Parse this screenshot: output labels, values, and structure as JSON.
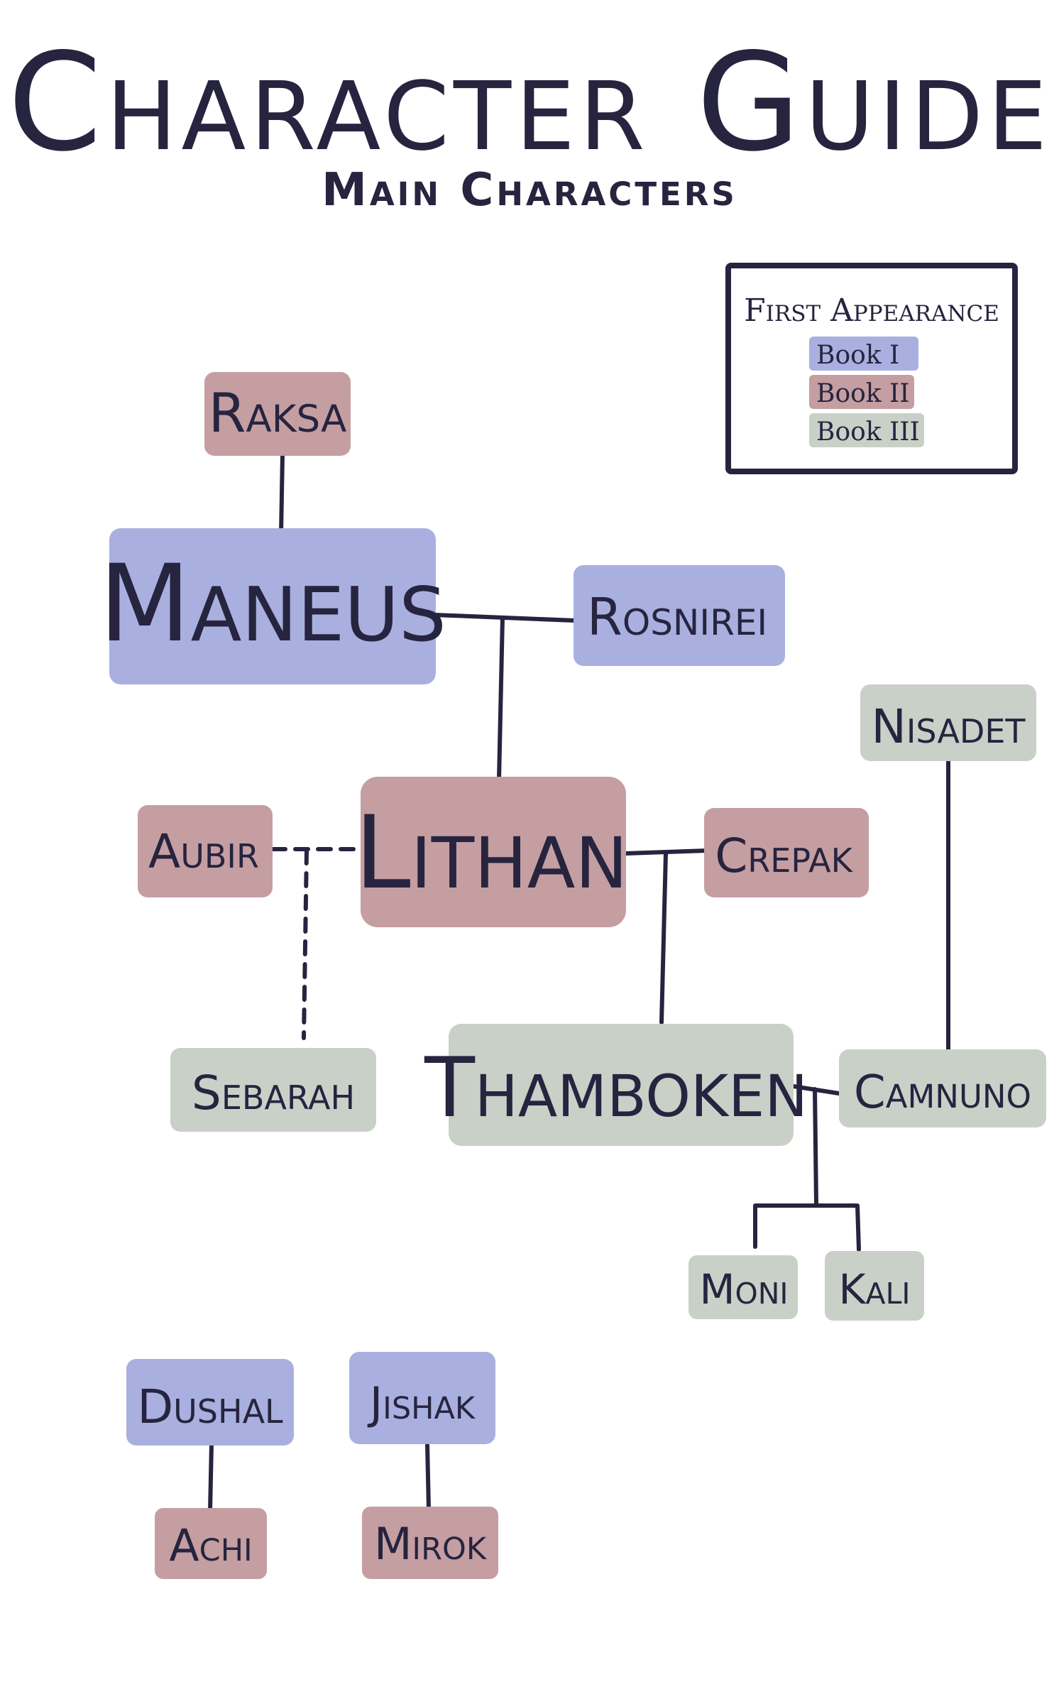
{
  "title": "Character Guide",
  "subtitle": "Main Characters",
  "legend": {
    "heading": "First Appearance",
    "items": [
      {
        "id": "book1",
        "label": "Book I",
        "color": "#a9b0e0"
      },
      {
        "id": "book2",
        "label": "Book II",
        "color": "#c59ea2"
      },
      {
        "id": "book3",
        "label": "Book III",
        "color": "#c9d0c7"
      }
    ]
  },
  "colors": {
    "book1": "#a9b0e0",
    "book2": "#c59ea2",
    "book3": "#c9d0c7",
    "ink": "#26243f"
  },
  "characters": [
    {
      "id": "raksa",
      "name": "Raksa",
      "book": "book2"
    },
    {
      "id": "maneus",
      "name": "Maneus",
      "book": "book1"
    },
    {
      "id": "rosnirei",
      "name": "Rosnirei",
      "book": "book1"
    },
    {
      "id": "nisadet",
      "name": "Nisadet",
      "book": "book3"
    },
    {
      "id": "aubir",
      "name": "Aubir",
      "book": "book2"
    },
    {
      "id": "lithan",
      "name": "Lithan",
      "book": "book2"
    },
    {
      "id": "crepak",
      "name": "Crepak",
      "book": "book2"
    },
    {
      "id": "sebarah",
      "name": "Sebarah",
      "book": "book3"
    },
    {
      "id": "thamboken",
      "name": "Thamboken",
      "book": "book3"
    },
    {
      "id": "camnuno",
      "name": "Camnuno",
      "book": "book3"
    },
    {
      "id": "moni",
      "name": "Moni",
      "book": "book3"
    },
    {
      "id": "kali",
      "name": "Kali",
      "book": "book3"
    },
    {
      "id": "dushal",
      "name": "Dushal",
      "book": "book1"
    },
    {
      "id": "jishak",
      "name": "Jishak",
      "book": "book1"
    },
    {
      "id": "achi",
      "name": "Achi",
      "book": "book2"
    },
    {
      "id": "mirok",
      "name": "Mirok",
      "book": "book2"
    }
  ],
  "relationships": [
    {
      "from": "raksa",
      "to": "maneus",
      "style": "solid"
    },
    {
      "from": "maneus",
      "to": "rosnirei",
      "style": "solid"
    },
    {
      "from": "maneus+rosnirei",
      "to": "lithan",
      "style": "solid"
    },
    {
      "from": "aubir",
      "to": "lithan",
      "style": "dashed"
    },
    {
      "from": "aubir+lithan",
      "to": "sebarah",
      "style": "dashed"
    },
    {
      "from": "lithan",
      "to": "crepak",
      "style": "solid"
    },
    {
      "from": "lithan+crepak",
      "to": "thamboken",
      "style": "solid"
    },
    {
      "from": "nisadet",
      "to": "camnuno",
      "style": "solid"
    },
    {
      "from": "thamboken",
      "to": "camnuno",
      "style": "solid"
    },
    {
      "from": "thamboken+camnuno",
      "to": "moni",
      "style": "solid"
    },
    {
      "from": "thamboken+camnuno",
      "to": "kali",
      "style": "solid"
    },
    {
      "from": "dushal",
      "to": "achi",
      "style": "solid"
    },
    {
      "from": "jishak",
      "to": "mirok",
      "style": "solid"
    }
  ]
}
